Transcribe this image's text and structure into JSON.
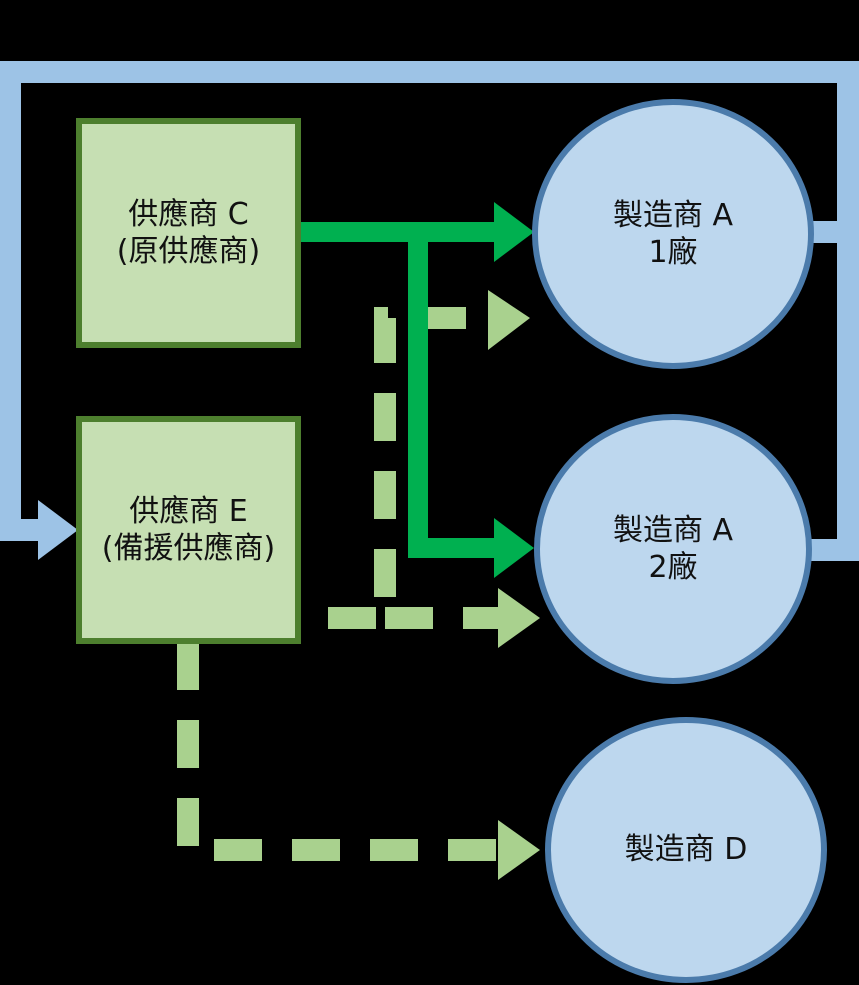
{
  "colors": {
    "background": "#000000",
    "supplier_fill": "#c6dfb3",
    "supplier_border": "#4d7f2e",
    "manufacturer_fill": "#bdd7ee",
    "manufacturer_border": "#4b7bab",
    "feedback_line": "#9dc3e6",
    "primary_supply_arrow": "#00b050",
    "backup_supply_arrow": "#a9d18e"
  },
  "nodes": {
    "supplier_c": {
      "line1": "供應商 C",
      "line2": "(原供應商)"
    },
    "supplier_e": {
      "line1": "供應商 E",
      "line2": "(備援供應商)"
    },
    "manufacturer_a1": {
      "line1": "製造商 A",
      "line2": "1廠"
    },
    "manufacturer_a2": {
      "line1": "製造商 A",
      "line2": "2廠"
    },
    "manufacturer_d": {
      "line1": "製造商 D"
    }
  }
}
